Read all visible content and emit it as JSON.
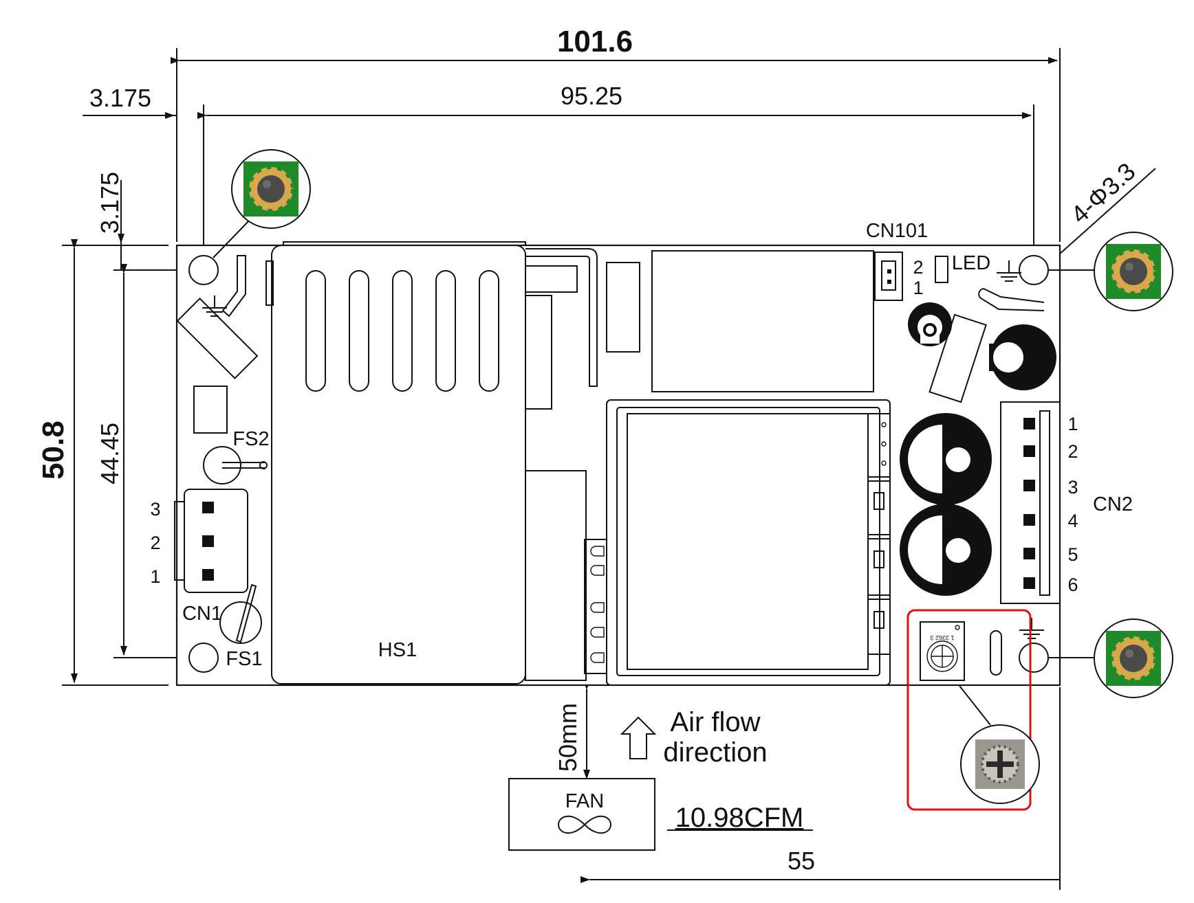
{
  "dimensions": {
    "overall_width": "101.6",
    "hole_pitch_x": "95.25",
    "edge_offset_x": "3.175",
    "edge_offset_y": "3.175",
    "overall_height": "50.8",
    "hole_pitch_y": "44.45",
    "hole_spec": "4-Φ3.3",
    "fan_distance": "50mm",
    "fan_offset": "55"
  },
  "labels": {
    "cn101": "CN101",
    "led": "LED",
    "cn101_pins": [
      "2",
      "1"
    ],
    "fs2": "FS2",
    "fs1": "FS1",
    "cn1": "CN1",
    "cn1_pins": [
      "3",
      "2",
      "1"
    ],
    "hs1": "HS1",
    "cn2": "CN2",
    "cn2_pins": [
      "1",
      "2",
      "3",
      "4",
      "5",
      "6"
    ],
    "pot_marking": "1 3362 3"
  },
  "airflow": {
    "line1": "Air flow",
    "line2": "direction"
  },
  "fan": {
    "label": "FAN",
    "rating": "10.98CFM"
  },
  "colors": {
    "pcb_green": "#1e8a2a",
    "pad_gold": "#d9a84a",
    "highlight_red": "#e01010"
  },
  "icons": [
    "mounting-hole-icon",
    "ground-symbol-icon",
    "fan-icon",
    "airflow-arrow-icon",
    "trimmer-pot-icon"
  ]
}
